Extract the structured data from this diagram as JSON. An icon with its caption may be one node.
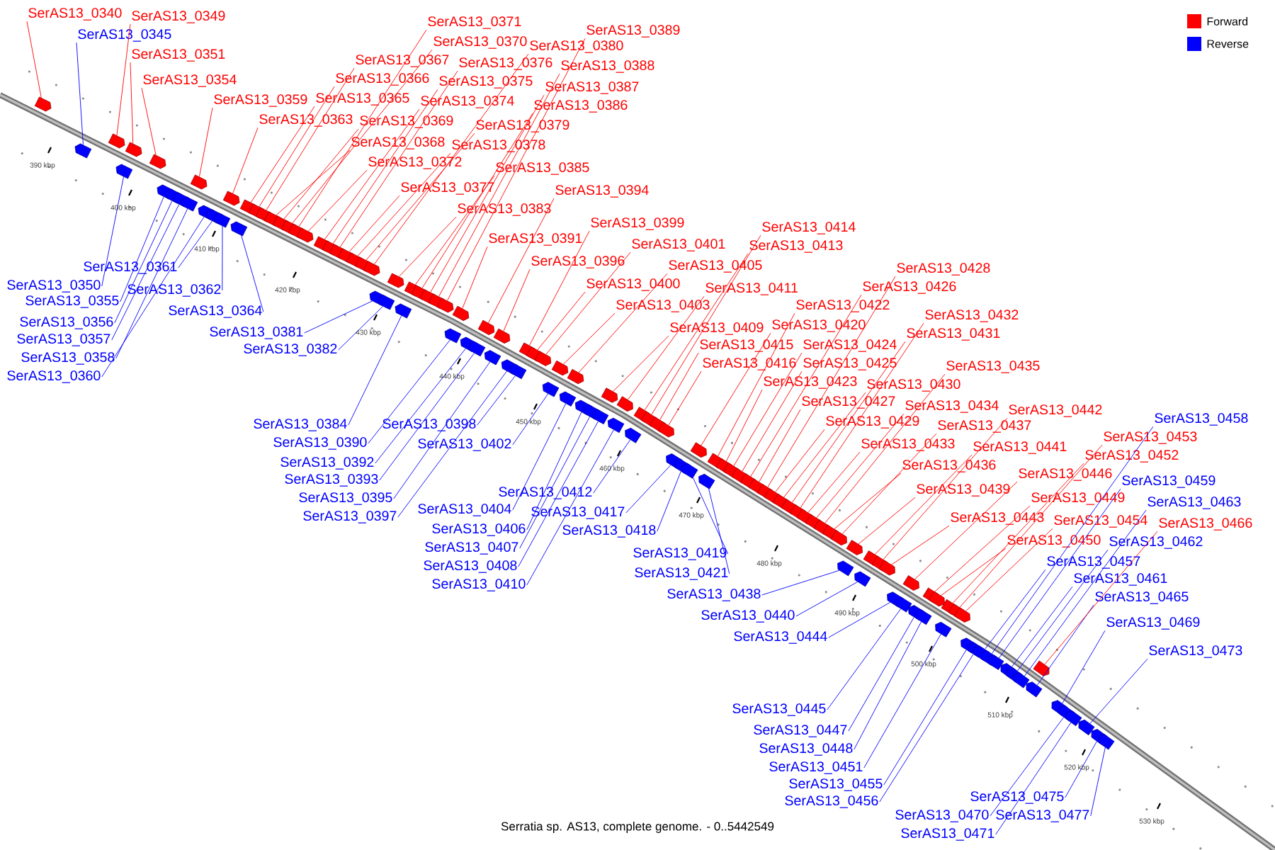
{
  "diagram": {
    "caption": "Serratia sp. AS13, complete genome. - 0..5442549",
    "nodes": [
      {
        "text": [
          "SerAS13_0340"
        ]
      },
      {
        "text": [
          "SerAS13_0345"
        ]
      },
      {
        "text": [
          "SerAS13_0349"
        ]
      },
      {
        "text": [
          "SerAS13_0350"
        ]
      },
      {
        "text": [
          "SerAS13_0351"
        ]
      },
      {
        "text": [
          "SerAS13_0354"
        ]
      },
      {
        "text": [
          "SerAS13_0355"
        ]
      },
      {
        "text": [
          "SerAS13_0356"
        ]
      },
      {
        "text": [
          "SerAS13_0357"
        ]
      },
      {
        "text": [
          "SerAS13_0358"
        ]
      },
      {
        "text": [
          "SerAS13_0359"
        ]
      },
      {
        "text": [
          "SerAS13_0360"
        ]
      },
      {
        "text": [
          "SerAS13_0361"
        ]
      },
      {
        "text": [
          "SerAS13_0362"
        ]
      },
      {
        "text": [
          "SerAS13_0363"
        ]
      },
      {
        "text": [
          "SerAS13_0364"
        ]
      },
      {
        "text": [
          "SerAS13_0365"
        ]
      },
      {
        "text": [
          "SerAS13_0366"
        ]
      },
      {
        "text": [
          "SerAS13_0367"
        ]
      },
      {
        "text": [
          "SerAS13_0368"
        ]
      },
      {
        "text": [
          "SerAS13_0369"
        ]
      },
      {
        "text": [
          "SerAS13_0370"
        ]
      },
      {
        "text": [
          "SerAS13_0371"
        ]
      },
      {
        "text": [
          "SerAS13_0372"
        ]
      },
      {
        "text": [
          "SerAS13_0374"
        ]
      },
      {
        "text": [
          "SerAS13_0375"
        ]
      },
      {
        "text": [
          "SerAS13_0376"
        ]
      },
      {
        "text": [
          "SerAS13_0377"
        ]
      },
      {
        "text": [
          "SerAS13_0378"
        ]
      },
      {
        "text": [
          "SerAS13_0379"
        ]
      },
      {
        "text": [
          "SerAS13_0380"
        ]
      },
      {
        "text": [
          "SerAS13_0381"
        ]
      },
      {
        "text": [
          "SerAS13_0382"
        ]
      },
      {
        "text": [
          "SerAS13_0383"
        ]
      },
      {
        "text": [
          "SerAS13_0384"
        ]
      },
      {
        "text": [
          "SerAS13_0385"
        ]
      },
      {
        "text": [
          "SerAS13_0386"
        ]
      },
      {
        "text": [
          "SerAS13_0387"
        ]
      },
      {
        "text": [
          "SerAS13_0388"
        ]
      },
      {
        "text": [
          "SerAS13_0389"
        ]
      },
      {
        "text": [
          "SerAS13_0390"
        ]
      },
      {
        "text": [
          "SerAS13_0391"
        ]
      },
      {
        "text": [
          "SerAS13_0392"
        ]
      },
      {
        "text": [
          "SerAS13_0393"
        ]
      },
      {
        "text": [
          "SerAS13_0394"
        ]
      },
      {
        "text": [
          "SerAS13_0395"
        ]
      },
      {
        "text": [
          "SerAS13_0396"
        ]
      },
      {
        "text": [
          "SerAS13_0397"
        ]
      },
      {
        "text": [
          "SerAS13_0398"
        ]
      },
      {
        "text": [
          "SerAS13_0399"
        ]
      },
      {
        "text": [
          "SerAS13_0400"
        ]
      },
      {
        "text": [
          "SerAS13_0401"
        ]
      },
      {
        "text": [
          "SerAS13_0402"
        ]
      },
      {
        "text": [
          "SerAS13_0403"
        ]
      },
      {
        "text": [
          "SerAS13_0404"
        ]
      },
      {
        "text": [
          "SerAS13_0405"
        ]
      },
      {
        "text": [
          "SerAS13_0406"
        ]
      },
      {
        "text": [
          "SerAS13_0407"
        ]
      },
      {
        "text": [
          "SerAS13_0408"
        ]
      },
      {
        "text": [
          "SerAS13_0409"
        ]
      },
      {
        "text": [
          "SerAS13_0410"
        ]
      },
      {
        "text": [
          "SerAS13_0411"
        ]
      },
      {
        "text": [
          "SerAS13_0412"
        ]
      },
      {
        "text": [
          "SerAS13_0413"
        ]
      },
      {
        "text": [
          "SerAS13_0414"
        ]
      },
      {
        "text": [
          "SerAS13_0415"
        ]
      },
      {
        "text": [
          "SerAS13_0416"
        ]
      },
      {
        "text": [
          "SerAS13_0417"
        ]
      },
      {
        "text": [
          "SerAS13_0418"
        ]
      },
      {
        "text": [
          "SerAS13_0419"
        ]
      },
      {
        "text": [
          "SerAS13_0420"
        ]
      },
      {
        "text": [
          "SerAS13_0421"
        ]
      },
      {
        "text": [
          "SerAS13_0422"
        ]
      },
      {
        "text": [
          "SerAS13_0423"
        ]
      },
      {
        "text": [
          "SerAS13_0424"
        ]
      },
      {
        "text": [
          "SerAS13_0425"
        ]
      },
      {
        "text": [
          "SerAS13_0426"
        ]
      },
      {
        "text": [
          "SerAS13_0427"
        ]
      },
      {
        "text": [
          "SerAS13_0428"
        ]
      },
      {
        "text": [
          "SerAS13_0429"
        ]
      },
      {
        "text": [
          "SerAS13_0430"
        ]
      },
      {
        "text": [
          "SerAS13_0431"
        ]
      },
      {
        "text": [
          "SerAS13_0432"
        ]
      },
      {
        "text": [
          "SerAS13_0433"
        ]
      },
      {
        "text": [
          "SerAS13_0434"
        ]
      },
      {
        "text": [
          "SerAS13_0435"
        ]
      },
      {
        "text": [
          "SerAS13_0436"
        ]
      },
      {
        "text": [
          "SerAS13_0437"
        ]
      },
      {
        "text": [
          "SerAS13_0438"
        ]
      },
      {
        "text": [
          "SerAS13_0439"
        ]
      },
      {
        "text": [
          "SerAS13_0440"
        ]
      },
      {
        "text": [
          "SerAS13_0441"
        ]
      },
      {
        "text": [
          "SerAS13_0442"
        ]
      },
      {
        "text": [
          "SerAS13_0443"
        ]
      },
      {
        "text": [
          "SerAS13_0444"
        ]
      },
      {
        "text": [
          "SerAS13_0445"
        ]
      },
      {
        "text": [
          "SerAS13_0446"
        ]
      },
      {
        "text": [
          "SerAS13_0447"
        ]
      },
      {
        "text": [
          "SerAS13_0448"
        ]
      },
      {
        "text": [
          "SerAS13_0449"
        ]
      },
      {
        "text": [
          "SerAS13_0450"
        ]
      },
      {
        "text": [
          "SerAS13_0451"
        ]
      },
      {
        "text": [
          "SerAS13_0452"
        ]
      },
      {
        "text": [
          "SerAS13_0453"
        ]
      },
      {
        "text": [
          "SerAS13_0454"
        ]
      },
      {
        "text": [
          "SerAS13_0455"
        ]
      },
      {
        "text": [
          "SerAS13_0456"
        ]
      },
      {
        "text": [
          "SerAS13_0457"
        ]
      },
      {
        "text": [
          "SerAS13_0458"
        ]
      },
      {
        "text": [
          "SerAS13_0459"
        ]
      },
      {
        "text": [
          "SerAS13_0461"
        ]
      },
      {
        "text": [
          "SerAS13_0462"
        ]
      },
      {
        "text": [
          "SerAS13_0463"
        ]
      },
      {
        "text": [
          "SerAS13_0465"
        ]
      },
      {
        "text": [
          "SerAS13_0466"
        ]
      },
      {
        "text": [
          "SerAS13_0469"
        ]
      },
      {
        "text": [
          "SerAS13_0470"
        ]
      },
      {
        "text": [
          "SerAS13_0471"
        ]
      },
      {
        "text": [
          "SerAS13_0473"
        ]
      },
      {
        "text": [
          "SerAS13_0475"
        ]
      },
      {
        "text": [
          "SerAS13_0477"
        ]
      },
      {
        "text": [],
        "shape": "arrow"
      },
      {
        "text": [],
        "shape": "arrow"
      },
      {
        "text": [],
        "shape": "arrow"
      },
      {
        "text": [],
        "shape": "arrow"
      },
      {
        "text": [],
        "shape": "arrow"
      },
      {
        "text": [],
        "shape": "arrow"
      },
      {
        "text": [],
        "shape": "arrow"
      },
      {
        "text": [],
        "shape": "arrow"
      },
      {
        "text": [],
        "shape": "arrow"
      },
      {
        "text": [],
        "shape": "arrow"
      },
      {
        "text": [],
        "shape": "arrow"
      },
      {
        "text": [],
        "shape": "arrow"
      },
      {
        "text": [],
        "shape": "arrow"
      },
      {
        "text": [],
        "shape": "arrow"
      },
      {
        "text": [],
        "shape": "arrow"
      },
      {
        "text": [],
        "shape": "arrow"
      },
      {
        "text": [],
        "shape": "arrow"
      },
      {
        "text": [],
        "shape": "arrow"
      },
      {
        "text": [],
        "shape": "arrow"
      },
      {
        "text": [],
        "shape": "arrow"
      },
      {
        "text": [],
        "shape": "arrow"
      },
      {
        "text": [],
        "shape": "arrow"
      },
      {
        "text": [],
        "shape": "arrow"
      },
      {
        "text": [],
        "shape": "arrow"
      },
      {
        "text": [],
        "shape": "arrow"
      },
      {
        "text": [],
        "shape": "arrow"
      },
      {
        "text": [],
        "shape": "arrow"
      },
      {
        "text": [],
        "shape": "arrow"
      },
      {
        "text": [],
        "shape": "arrow"
      },
      {
        "text": [],
        "shape": "arrow"
      },
      {
        "text": [],
        "shape": "arrow"
      },
      {
        "text": [],
        "shape": "arrow"
      },
      {
        "text": [],
        "shape": "arrow"
      },
      {
        "text": [],
        "shape": "arrow"
      },
      {
        "text": [],
        "shape": "arrow"
      },
      {
        "text": [],
        "shape": "arrow"
      },
      {
        "text": [],
        "shape": "arrow"
      },
      {
        "text": [],
        "shape": "arrow"
      },
      {
        "text": [],
        "shape": "arrow"
      },
      {
        "text": [],
        "shape": "arrow"
      },
      {
        "text": [],
        "shape": "arrow"
      },
      {
        "text": [],
        "shape": "arrow"
      },
      {
        "text": [],
        "shape": "arrow"
      },
      {
        "text": [],
        "shape": "arrow"
      },
      {
        "text": [],
        "shape": "arrow"
      },
      {
        "text": [],
        "shape": "arrow"
      },
      {
        "text": [],
        "shape": "arrow"
      },
      {
        "text": [],
        "shape": "arrow"
      },
      {
        "text": [],
        "shape": "arrow"
      },
      {
        "text": [],
        "shape": "arrow"
      },
      {
        "text": [],
        "shape": "arrow"
      },
      {
        "text": [],
        "shape": "arrow"
      },
      {
        "text": [],
        "shape": "arrow"
      },
      {
        "text": [],
        "shape": "arrow"
      },
      {
        "text": [],
        "shape": "arrow"
      },
      {
        "text": [],
        "shape": "arrow"
      },
      {
        "text": [],
        "shape": "arrow"
      },
      {
        "text": [],
        "shape": "arrow"
      },
      {
        "text": [],
        "shape": "arrow"
      },
      {
        "text": [],
        "shape": "arrow"
      },
      {
        "text": [],
        "shape": "arrow"
      },
      {
        "text": [],
        "shape": "arrow"
      },
      {
        "text": [],
        "shape": "arrow"
      },
      {
        "text": [],
        "shape": "arrow"
      },
      {
        "text": [],
        "shape": "arrow"
      },
      {
        "text": [],
        "shape": "arrow"
      },
      {
        "text": [],
        "shape": "arrow"
      },
      {
        "text": [],
        "shape": "arrow"
      },
      {
        "text": [],
        "shape": "arrow"
      },
      {
        "text": [],
        "shape": "arrow"
      },
      {
        "text": [],
        "shape": "arrow"
      },
      {
        "text": [],
        "shape": "arrow"
      },
      {
        "text": [],
        "shape": "arrow"
      },
      {
        "text": [],
        "shape": "arrow"
      },
      {
        "text": [],
        "shape": "arrow"
      },
      {
        "text": [],
        "shape": "arrow"
      },
      {
        "text": [],
        "shape": "arrow"
      },
      {
        "text": [],
        "shape": "arrow"
      },
      {
        "text": [],
        "shape": "arrow"
      },
      {
        "text": [],
        "shape": "arrow"
      },
      {
        "text": [],
        "shape": "arrow"
      },
      {
        "text": [],
        "shape": "arrow"
      },
      {
        "text": [],
        "shape": "arrow"
      },
      {
        "text": [],
        "shape": "arrow"
      },
      {
        "text": [],
        "shape": "arrow"
      },
      {
        "text": [],
        "shape": "arrow"
      },
      {
        "text": [],
        "shape": "arrow"
      },
      {
        "text": [],
        "shape": "arrow"
      },
      {
        "text": [],
        "shape": "arrow"
      },
      {
        "text": [],
        "shape": "arrow"
      },
      {
        "text": [],
        "shape": "arrow"
      },
      {
        "text": [],
        "shape": "arrow"
      },
      {
        "text": [],
        "shape": "arrow"
      },
      {
        "text": [],
        "shape": "arrow"
      },
      {
        "text": [],
        "shape": "arrow"
      },
      {
        "text": [],
        "shape": "arrow"
      },
      {
        "text": [],
        "shape": "arrow"
      },
      {
        "text": [],
        "shape": "arrow"
      },
      {
        "text": [],
        "shape": "arrow"
      },
      {
        "text": [],
        "shape": "arrow"
      },
      {
        "text": [],
        "shape": "arrow"
      },
      {
        "text": [],
        "shape": "arrow"
      },
      {
        "text": [],
        "shape": "arrow"
      },
      {
        "text": [],
        "shape": "arrow"
      },
      {
        "text": [],
        "shape": "arrow"
      },
      {
        "text": [],
        "shape": "arrow"
      },
      {
        "text": [],
        "shape": "arrow"
      },
      {
        "text": [],
        "shape": "arrow"
      },
      {
        "text": [],
        "shape": "arrow"
      },
      {
        "text": [],
        "shape": "arrow"
      },
      {
        "text": [],
        "shape": "arrow"
      },
      {
        "text": [],
        "shape": "arrow"
      },
      {
        "text": [],
        "shape": "arrow"
      },
      {
        "text": [],
        "shape": "arrow"
      },
      {
        "text": [],
        "shape": "arrow"
      },
      {
        "text": [],
        "shape": "arrow"
      },
      {
        "text": [],
        "shape": "arrow"
      },
      {
        "text": [],
        "shape": "arrow"
      },
      {
        "text": [],
        "shape": "arrow"
      },
      {
        "text": [],
        "shape": "arrow"
      },
      {
        "text": [],
        "shape": "arrow"
      }
    ],
    "edges": [
      {
        "from": 0,
        "to": 121,
        "arrow": "none"
      },
      {
        "from": 1,
        "to": 122,
        "arrow": "none",
        "color": "#0000ff"
      },
      {
        "from": 2,
        "to": 123,
        "arrow": "none"
      },
      {
        "from": 3,
        "to": 124,
        "arrow": "none",
        "color": "#0000ff"
      },
      {
        "from": 4,
        "to": 125,
        "arrow": "none"
      },
      {
        "from": 5,
        "to": 126,
        "arrow": "none"
      },
      {
        "from": 6,
        "to": 127,
        "arrow": "none",
        "color": "#0000ff"
      },
      {
        "from": 7,
        "to": 128,
        "arrow": "none",
        "color": "#0000ff"
      },
      {
        "from": 8,
        "to": 129,
        "arrow": "none",
        "color": "#0000ff"
      },
      {
        "from": 9,
        "to": 130,
        "arrow": "none",
        "color": "#0000ff"
      },
      {
        "from": 10,
        "to": 131,
        "arrow": "none"
      },
      {
        "from": 11,
        "to": 132,
        "arrow": "none",
        "color": "#0000ff"
      },
      {
        "from": 12,
        "to": 133,
        "arrow": "none",
        "color": "#0000ff"
      },
      {
        "from": 13,
        "to": 134,
        "arrow": "none",
        "color": "#0000ff"
      },
      {
        "from": 14,
        "to": 135,
        "arrow": "none"
      },
      {
        "from": 15,
        "to": 136,
        "arrow": "none",
        "color": "#0000ff"
      },
      {
        "from": 16,
        "to": 137,
        "arrow": "none"
      },
      {
        "from": 17,
        "to": 138,
        "arrow": "none"
      },
      {
        "from": 18,
        "to": 139,
        "arrow": "none"
      },
      {
        "from": 19,
        "to": 140,
        "arrow": "none"
      },
      {
        "from": 20,
        "to": 141,
        "arrow": "none"
      },
      {
        "from": 21,
        "to": 142,
        "arrow": "none"
      },
      {
        "from": 22,
        "to": 143,
        "arrow": "none"
      },
      {
        "from": 23,
        "to": 144,
        "arrow": "none"
      },
      {
        "from": 24,
        "to": 145,
        "arrow": "none"
      },
      {
        "from": 25,
        "to": 146,
        "arrow": "none"
      },
      {
        "from": 26,
        "to": 147,
        "arrow": "none"
      },
      {
        "from": 27,
        "to": 148,
        "arrow": "none"
      },
      {
        "from": 28,
        "to": 149,
        "arrow": "none"
      },
      {
        "from": 29,
        "to": 150,
        "arrow": "none"
      },
      {
        "from": 30,
        "to": 151,
        "arrow": "none"
      },
      {
        "from": 31,
        "to": 152,
        "arrow": "none",
        "color": "#0000ff"
      },
      {
        "from": 32,
        "to": 153,
        "arrow": "none",
        "color": "#0000ff"
      },
      {
        "from": 33,
        "to": 154,
        "arrow": "none"
      },
      {
        "from": 34,
        "to": 155,
        "arrow": "none",
        "color": "#0000ff"
      },
      {
        "from": 35,
        "to": 156,
        "arrow": "none"
      },
      {
        "from": 36,
        "to": 157,
        "arrow": "none"
      },
      {
        "from": 37,
        "to": 158,
        "arrow": "none"
      },
      {
        "from": 38,
        "to": 159,
        "arrow": "none"
      },
      {
        "from": 39,
        "to": 160,
        "arrow": "none"
      },
      {
        "from": 40,
        "to": 161,
        "arrow": "none",
        "color": "#0000ff"
      },
      {
        "from": 41,
        "to": 162,
        "arrow": "none"
      },
      {
        "from": 42,
        "to": 163,
        "arrow": "none",
        "color": "#0000ff"
      },
      {
        "from": 43,
        "to": 164,
        "arrow": "none",
        "color": "#0000ff"
      },
      {
        "from": 44,
        "to": 165,
        "arrow": "none"
      },
      {
        "from": 45,
        "to": 166,
        "arrow": "none",
        "color": "#0000ff"
      },
      {
        "from": 46,
        "to": 167,
        "arrow": "none"
      },
      {
        "from": 47,
        "to": 168,
        "arrow": "none",
        "color": "#0000ff"
      },
      {
        "from": 48,
        "to": 169,
        "arrow": "none",
        "color": "#0000ff"
      },
      {
        "from": 49,
        "to": 170,
        "arrow": "none"
      },
      {
        "from": 50,
        "to": 171,
        "arrow": "none"
      },
      {
        "from": 51,
        "to": 172,
        "arrow": "none"
      },
      {
        "from": 52,
        "to": 173,
        "arrow": "none",
        "color": "#0000ff"
      },
      {
        "from": 53,
        "to": 174,
        "arrow": "none"
      },
      {
        "from": 54,
        "to": 175,
        "arrow": "none",
        "color": "#0000ff"
      },
      {
        "from": 55,
        "to": 176,
        "arrow": "none"
      },
      {
        "from": 56,
        "to": 177,
        "arrow": "none",
        "color": "#0000ff"
      },
      {
        "from": 57,
        "to": 178,
        "arrow": "none",
        "color": "#0000ff"
      },
      {
        "from": 58,
        "to": 179,
        "arrow": "none",
        "color": "#0000ff"
      },
      {
        "from": 59,
        "to": 180,
        "arrow": "none"
      },
      {
        "from": 60,
        "to": 181,
        "arrow": "none",
        "color": "#0000ff"
      },
      {
        "from": 61,
        "to": 182,
        "arrow": "none"
      },
      {
        "from": 62,
        "to": 183,
        "arrow": "none",
        "color": "#0000ff"
      },
      {
        "from": 63,
        "to": 184,
        "arrow": "none"
      },
      {
        "from": 64,
        "to": 185,
        "arrow": "none"
      },
      {
        "from": 65,
        "to": 186,
        "arrow": "none"
      },
      {
        "from": 66,
        "to": 187,
        "arrow": "none"
      },
      {
        "from": 67,
        "to": 188,
        "arrow": "none",
        "color": "#0000ff"
      },
      {
        "from": 68,
        "to": 189,
        "arrow": "none",
        "color": "#0000ff"
      },
      {
        "from": 69,
        "to": 190,
        "arrow": "none",
        "color": "#0000ff"
      },
      {
        "from": 70,
        "to": 191,
        "arrow": "none"
      },
      {
        "from": 71,
        "to": 192,
        "arrow": "none",
        "color": "#0000ff"
      },
      {
        "from": 72,
        "to": 193,
        "arrow": "none"
      },
      {
        "from": 73,
        "to": 194,
        "arrow": "none"
      },
      {
        "from": 74,
        "to": 195,
        "arrow": "none"
      },
      {
        "from": 75,
        "to": 196,
        "arrow": "none"
      },
      {
        "from": 76,
        "to": 197,
        "arrow": "none"
      },
      {
        "from": 77,
        "to": 198,
        "arrow": "none"
      },
      {
        "from": 78,
        "to": 199,
        "arrow": "none"
      },
      {
        "from": 79,
        "to": 200,
        "arrow": "none"
      },
      {
        "from": 80,
        "to": 201,
        "arrow": "none"
      },
      {
        "from": 81,
        "to": 202,
        "arrow": "none"
      },
      {
        "from": 82,
        "to": 203,
        "arrow": "none"
      },
      {
        "from": 83,
        "to": 204,
        "arrow": "none"
      },
      {
        "from": 84,
        "to": 205,
        "arrow": "none"
      },
      {
        "from": 85,
        "to": 206,
        "arrow": "none"
      },
      {
        "from": 86,
        "to": 207,
        "arrow": "none"
      },
      {
        "from": 87,
        "to": 208,
        "arrow": "none"
      },
      {
        "from": 88,
        "to": 209,
        "arrow": "none",
        "color": "#0000ff"
      },
      {
        "from": 89,
        "to": 210,
        "arrow": "none"
      },
      {
        "from": 90,
        "to": 211,
        "arrow": "none",
        "color": "#0000ff"
      },
      {
        "from": 91,
        "to": 212,
        "arrow": "none"
      },
      {
        "from": 92,
        "to": 213,
        "arrow": "none"
      },
      {
        "from": 93,
        "to": 214,
        "arrow": "none"
      },
      {
        "from": 94,
        "to": 215,
        "arrow": "none",
        "color": "#0000ff"
      },
      {
        "from": 95,
        "to": 216,
        "arrow": "none",
        "color": "#0000ff"
      },
      {
        "from": 96,
        "to": 217,
        "arrow": "none"
      },
      {
        "from": 97,
        "to": 218,
        "arrow": "none",
        "color": "#0000ff"
      },
      {
        "from": 98,
        "to": 219,
        "arrow": "none",
        "color": "#0000ff"
      },
      {
        "from": 99,
        "to": 220,
        "arrow": "none"
      },
      {
        "from": 100,
        "to": 221,
        "arrow": "none"
      },
      {
        "from": 101,
        "to": 222,
        "arrow": "none",
        "color": "#0000ff"
      },
      {
        "from": 102,
        "to": 223,
        "arrow": "none"
      },
      {
        "from": 103,
        "to": 224,
        "arrow": "none"
      },
      {
        "from": 104,
        "to": 225,
        "arrow": "none"
      },
      {
        "from": 105,
        "to": 226,
        "arrow": "none",
        "color": "#0000ff"
      },
      {
        "from": 106,
        "to": 227,
        "arrow": "none",
        "color": "#0000ff"
      },
      {
        "from": 107,
        "to": 228,
        "arrow": "none",
        "color": "#0000ff"
      },
      {
        "from": 108,
        "to": 229,
        "arrow": "none",
        "color": "#0000ff"
      },
      {
        "from": 109,
        "to": 230,
        "arrow": "none",
        "color": "#0000ff"
      },
      {
        "from": 110,
        "to": 231,
        "arrow": "none",
        "color": "#0000ff"
      },
      {
        "from": 111,
        "to": 232,
        "arrow": "none",
        "color": "#0000ff"
      },
      {
        "from": 112,
        "to": 233,
        "arrow": "none",
        "color": "#0000ff"
      },
      {
        "from": 113,
        "to": 234,
        "arrow": "none",
        "color": "#0000ff"
      },
      {
        "from": 114,
        "to": 235,
        "arrow": "none"
      },
      {
        "from": 115,
        "to": 236,
        "arrow": "none",
        "color": "#0000ff"
      },
      {
        "from": 116,
        "to": 237,
        "arrow": "none",
        "color": "#0000ff"
      },
      {
        "from": 117,
        "to": 238,
        "arrow": "none",
        "color": "#0000ff"
      },
      {
        "from": 118,
        "to": 239,
        "arrow": "none",
        "color": "#0000ff"
      },
      {
        "from": 119,
        "to": 240,
        "arrow": "none",
        "color": "#0000ff"
      },
      {
        "from": 120,
        "to": 241,
        "arrow": "none",
        "color": "#0000ff"
      }
    ],
    "labels": [
      "390 kbp",
      "400 kbp",
      "410 kbp",
      "420 kbp",
      "430 kbp",
      "440 kbp",
      "450 kbp",
      "460 kbp",
      "470 kbp",
      "480 kbp",
      "490 kbp",
      "500 kbp",
      "510 kbp",
      "520 kbp",
      "530 kbp"
    ],
    "legend": [
      {
        "text": "Forward",
        "color": "#ff0000"
      },
      {
        "text": "Reverse",
        "color": "#0000ff"
      }
    ]
  }
}
